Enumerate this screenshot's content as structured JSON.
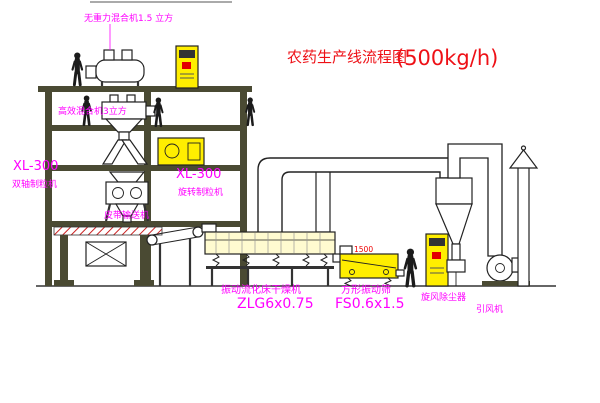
{
  "title": {
    "name": "农药生产线流程图",
    "capacity": "(500kg/h)"
  },
  "labels": {
    "top_mixer": "无重力混合机1.5 立方",
    "high_eff_mixer": "高效混合机3立方",
    "granulator_left_model": "XL-300",
    "granulator_left_name": "双轴制粒机",
    "granulator_mid_model": "XL-300",
    "granulator_mid_name": "旋转制粒机",
    "belt_conveyor": "皮带输送机",
    "dryer_name": "振动流化床干燥机",
    "dryer_model": "ZLG6x0.75",
    "screen_name": "方形振动筛",
    "screen_model": "FS0.6x1.5",
    "cyclone": "旋风除尘器",
    "fan": "引风机",
    "screen_dim": "1500"
  },
  "colors": {
    "label": "#ff00ff",
    "title": "#ee1016",
    "dim": "#ee0000",
    "equipment_yellow": "#ffee00",
    "structure": "#4a4a33",
    "line": "#222222",
    "hatch_red": "#cc2222"
  }
}
